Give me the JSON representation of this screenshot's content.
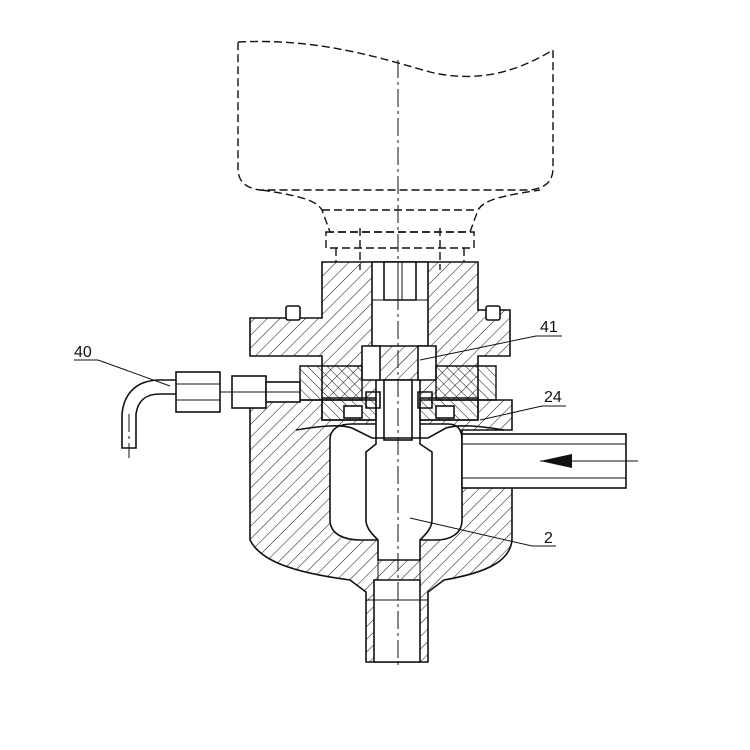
{
  "labels": {
    "part_40": "40",
    "part_41": "41",
    "part_24": "24",
    "part_2": "2"
  },
  "colors": {
    "line": "#111111",
    "background": "#ffffff"
  }
}
